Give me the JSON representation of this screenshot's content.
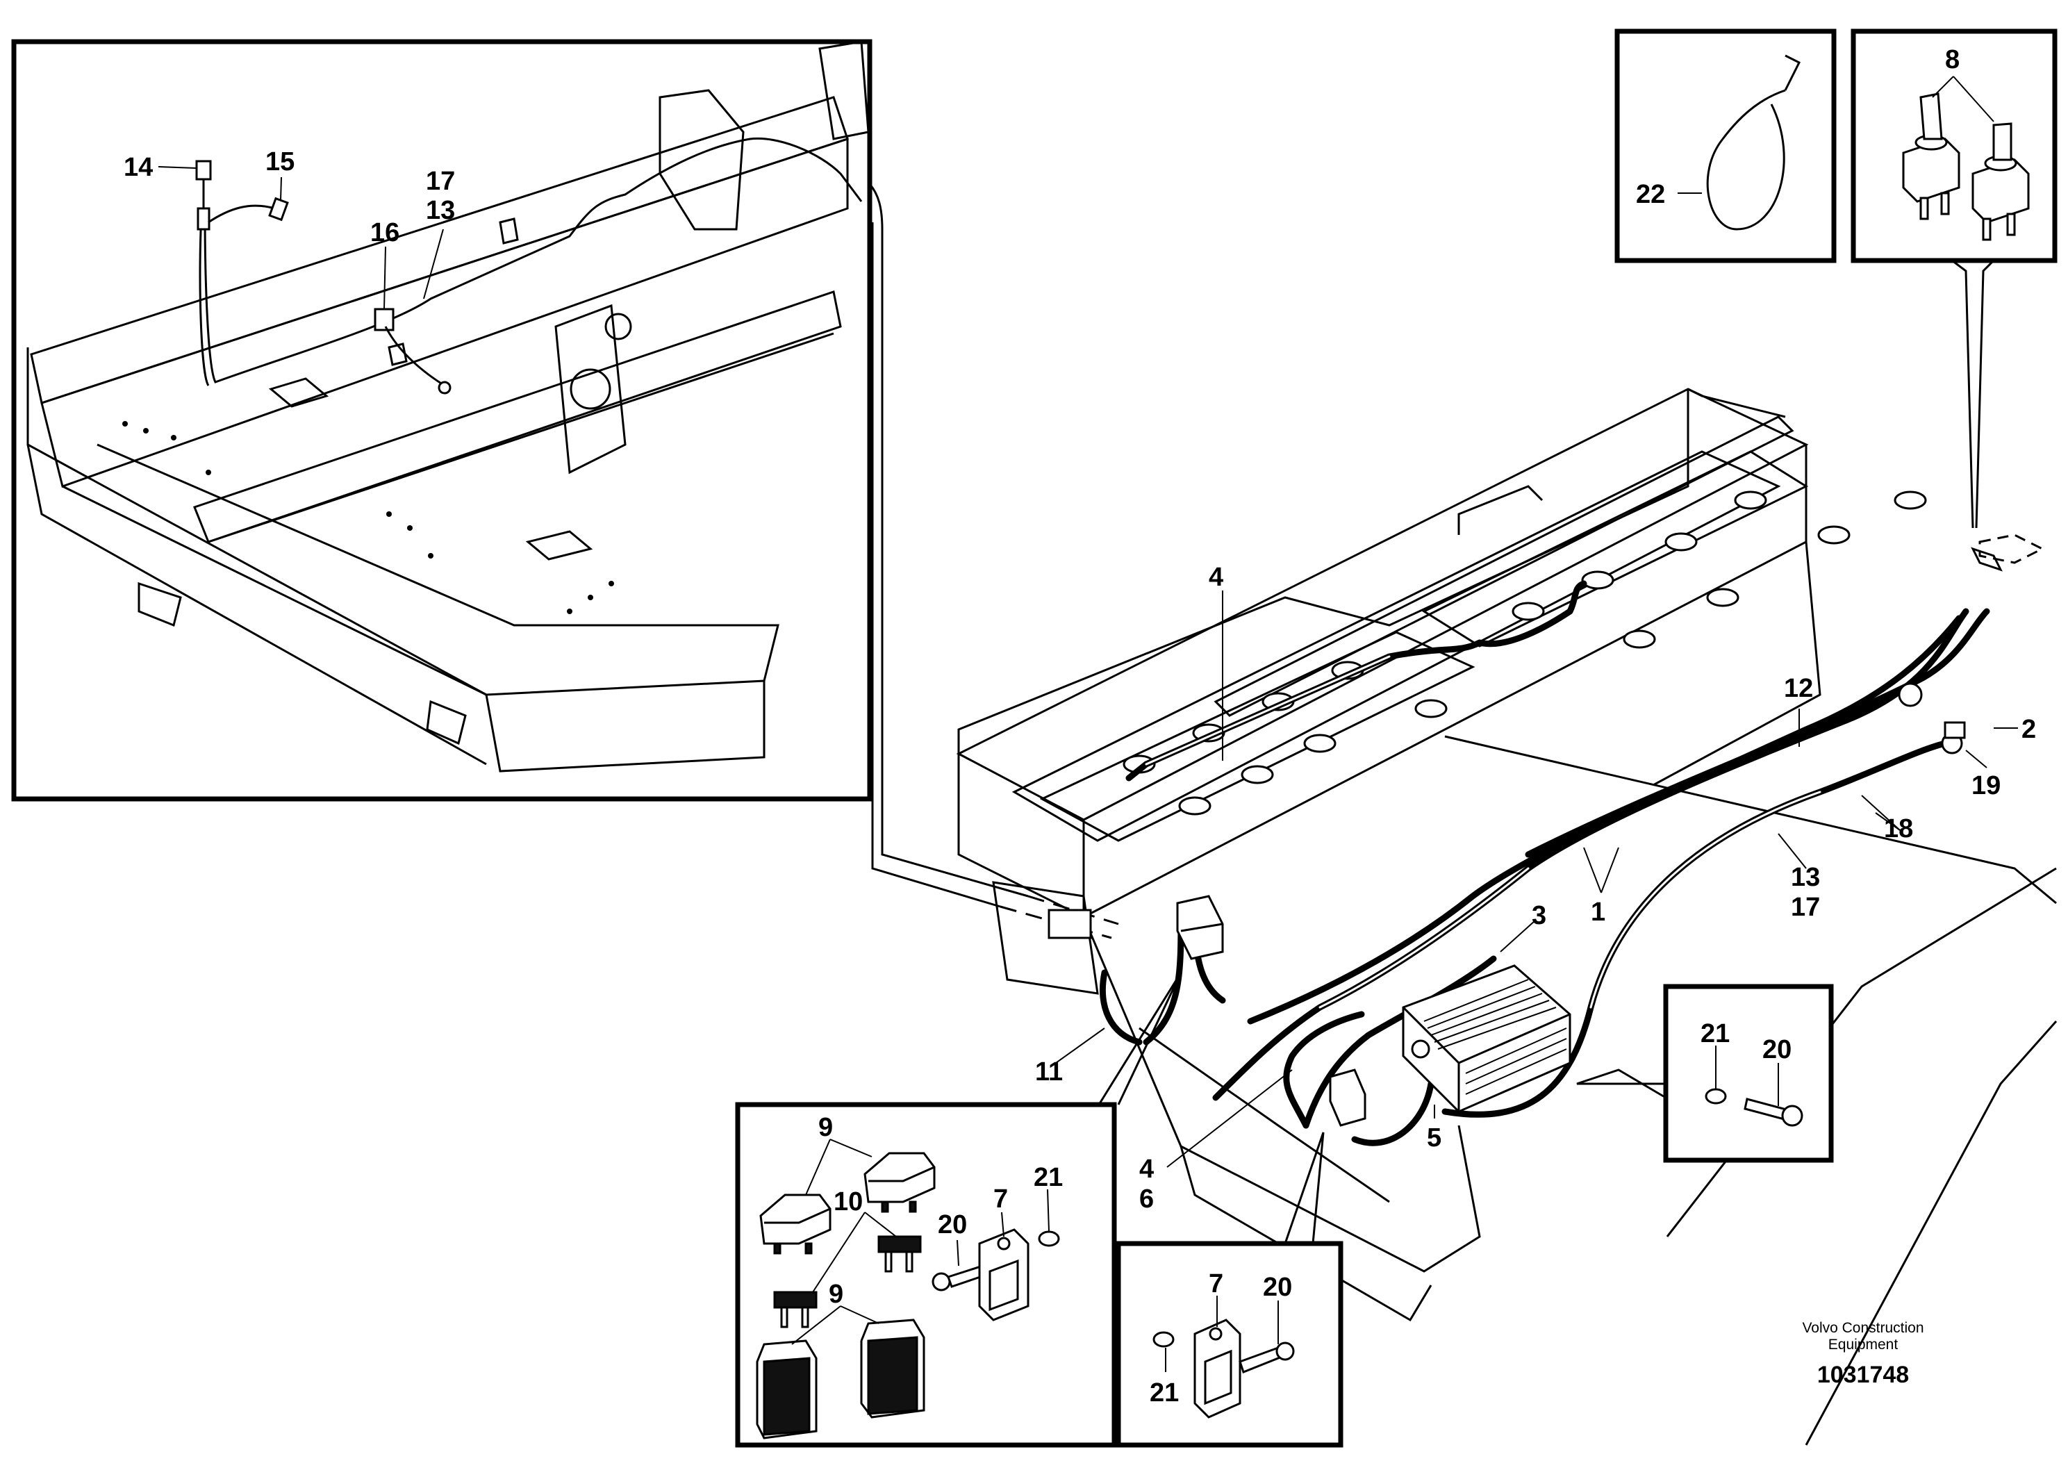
{
  "callouts": {
    "c1": "1",
    "c2": "2",
    "c3": "3",
    "c4a": "4",
    "c4b": "4",
    "c5": "5",
    "c6": "6",
    "c7a": "7",
    "c7b": "7",
    "c8": "8",
    "c9a": "9",
    "c9b": "9",
    "c10": "10",
    "c11": "11",
    "c12": "12",
    "c13a": "13",
    "c13b": "13",
    "c14": "14",
    "c15": "15",
    "c16": "16",
    "c17a": "17",
    "c17b": "17",
    "c18": "18",
    "c19": "19",
    "c20a": "20",
    "c20b": "20",
    "c20c": "20",
    "c21a": "21",
    "c21b": "21",
    "c21c": "21",
    "c22": "22"
  },
  "credit": {
    "line1": "Volvo Construction",
    "line2": "Equipment",
    "doc_number": "1031748"
  }
}
